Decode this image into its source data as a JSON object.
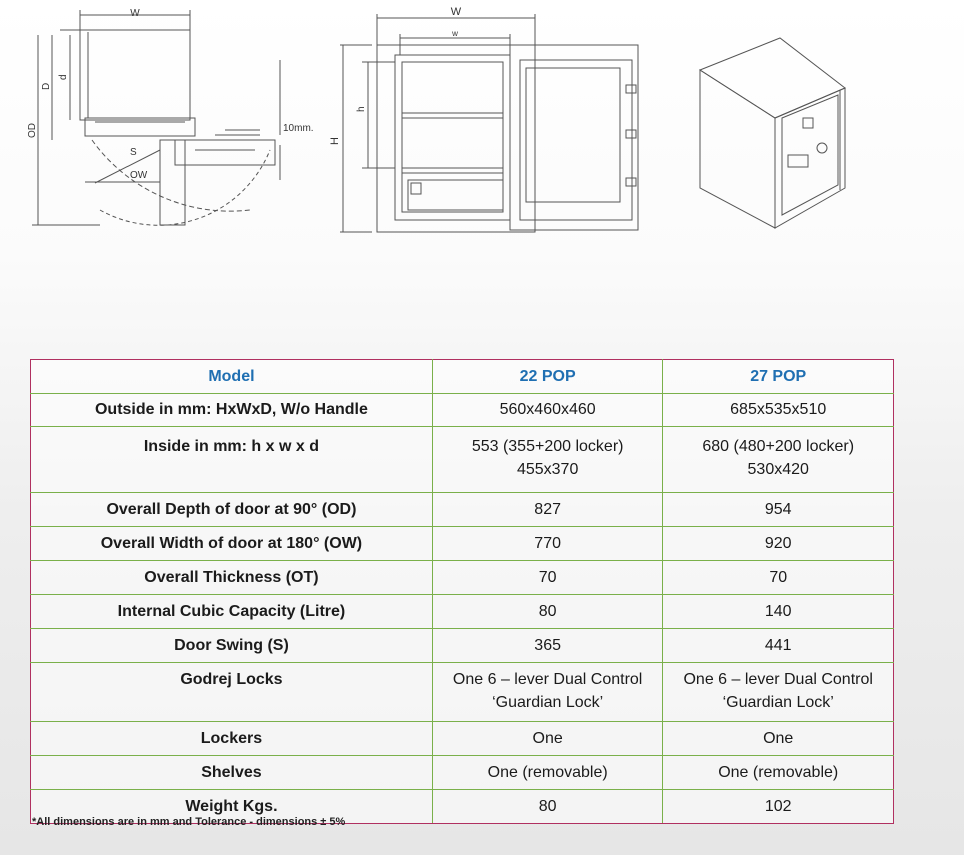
{
  "drawing": {
    "left_labels": {
      "w": "W",
      "d_small": "d",
      "d_big": "D",
      "od": "OD",
      "s": "S",
      "ow": "OW",
      "mm": "10mm."
    },
    "mid_labels": {
      "W": "W",
      "w": "w",
      "H": "H",
      "h": "h"
    }
  },
  "table": {
    "headers": [
      "Model",
      "22 POP",
      "27 POP"
    ],
    "rows": [
      {
        "label": "Outside in mm: HxWxD, W/o Handle",
        "a": [
          "560x460x460"
        ],
        "b": [
          "685x535x510"
        ]
      },
      {
        "label": "Inside in mm: h x w x d",
        "a": [
          "553 (355+200 locker)",
          "455x370"
        ],
        "b": [
          "680 (480+200 locker)",
          "530x420"
        ]
      },
      {
        "label": "Overall Depth of door at 90° (OD)",
        "a": [
          "827"
        ],
        "b": [
          "954"
        ]
      },
      {
        "label": "Overall Width of door at 180° (OW)",
        "a": [
          "770"
        ],
        "b": [
          "920"
        ]
      },
      {
        "label": "Overall Thickness (OT)",
        "a": [
          "70"
        ],
        "b": [
          "70"
        ]
      },
      {
        "label": "Internal Cubic Capacity (Litre)",
        "a": [
          "80"
        ],
        "b": [
          "140"
        ]
      },
      {
        "label": "Door Swing (S)",
        "a": [
          "365"
        ],
        "b": [
          "441"
        ]
      },
      {
        "label": "Godrej Locks",
        "a": [
          "One 6 – lever Dual Control",
          "‘Guardian Lock’"
        ],
        "b": [
          "One 6 – lever Dual Control",
          "‘Guardian Lock’"
        ]
      },
      {
        "label": "Lockers",
        "a": [
          "One"
        ],
        "b": [
          "One"
        ]
      },
      {
        "label": "Shelves",
        "a": [
          "One (removable)"
        ],
        "b": [
          "One (removable)"
        ]
      },
      {
        "label": "Weight Kgs.",
        "a": [
          "80"
        ],
        "b": [
          "102"
        ]
      }
    ]
  },
  "footnote": "*All dimensions are in mm and Tolerance - dimensions ± 5%"
}
